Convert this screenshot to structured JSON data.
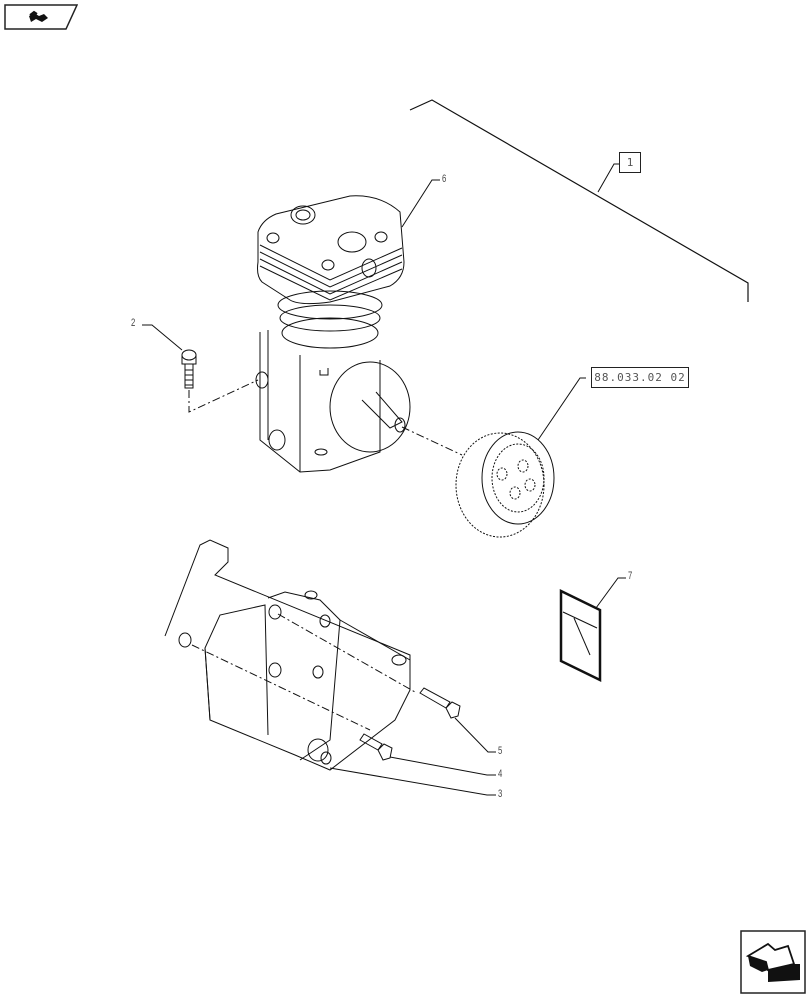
{
  "header": {
    "nav_icon": "book-arrow-icon"
  },
  "diagram": {
    "assembly_ref": "1",
    "cross_ref": "88.033.02 02",
    "callouts": [
      {
        "id": "2",
        "label": "2",
        "part": "cap-screw"
      },
      {
        "id": "3",
        "label": "3",
        "part": "mounting-bracket"
      },
      {
        "id": "4",
        "label": "4",
        "part": "bolt-short"
      },
      {
        "id": "5",
        "label": "5",
        "part": "bolt-long"
      },
      {
        "id": "6",
        "label": "6",
        "part": "air-compressor"
      },
      {
        "id": "7",
        "label": "7",
        "part": "instruction-sheet"
      }
    ],
    "colors": {
      "line": "#111111",
      "text": "#444444",
      "background": "#ffffff"
    }
  },
  "footer": {
    "next_icon": "next-page-arrow-icon"
  }
}
